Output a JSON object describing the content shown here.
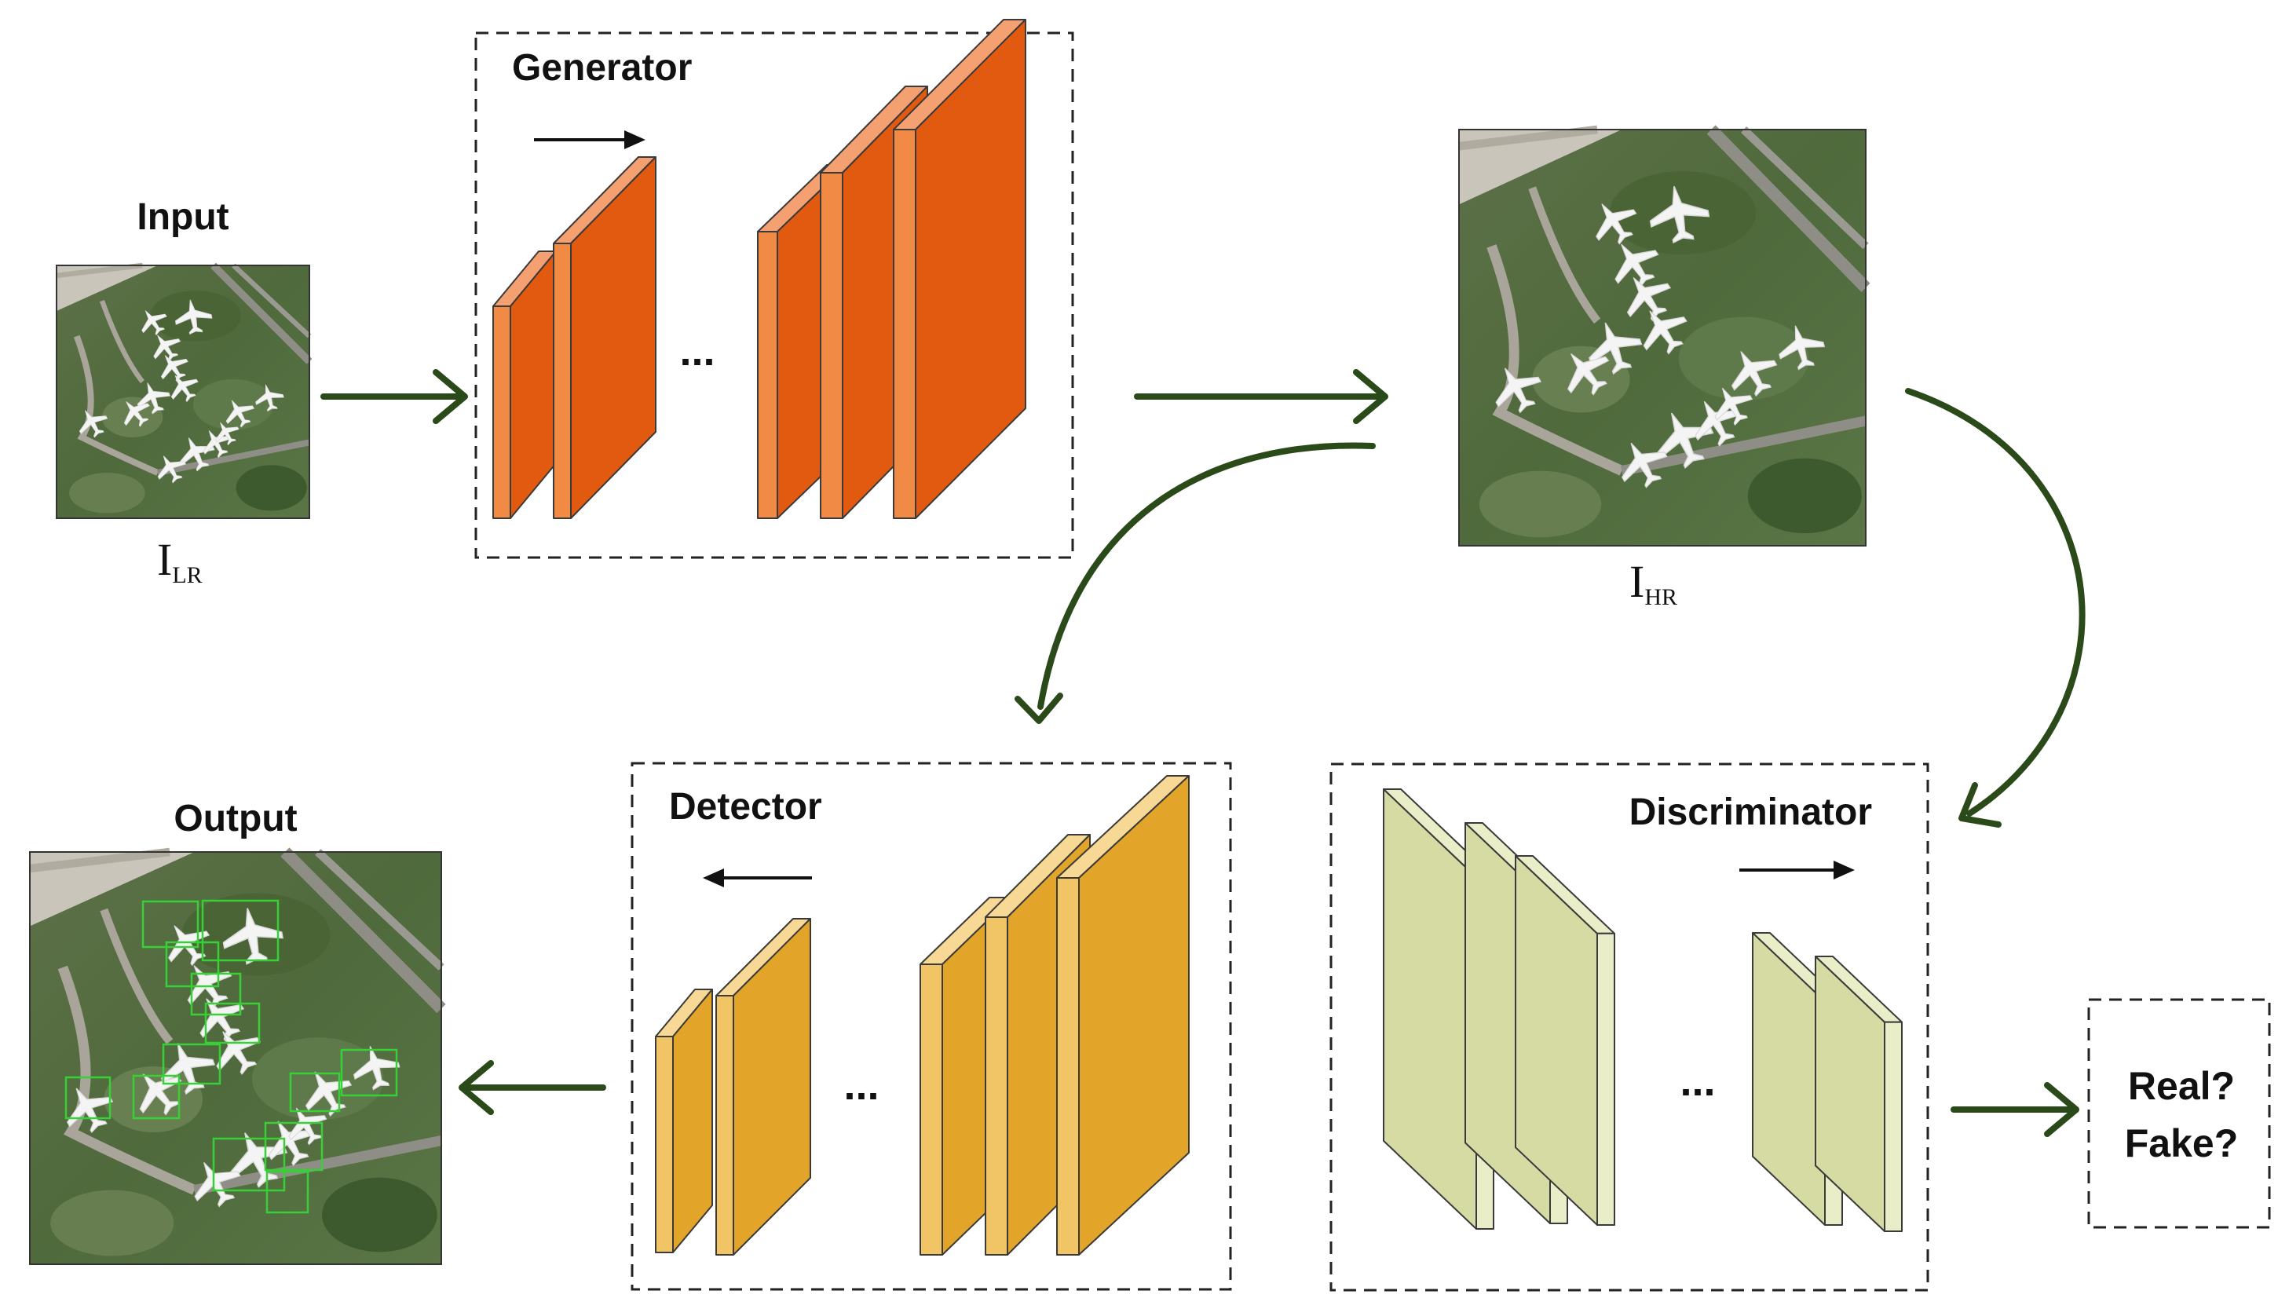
{
  "input": {
    "label": "Input",
    "symbol": "I",
    "subscript": "LR"
  },
  "generator": {
    "label": "Generator",
    "ellipsis": "..."
  },
  "hr_image": {
    "symbol": "I",
    "subscript": "HR"
  },
  "detector": {
    "label": "Detector",
    "ellipsis": "..."
  },
  "discriminator": {
    "label": "Discriminator",
    "ellipsis": "..."
  },
  "output": {
    "label": "Output"
  },
  "decision": {
    "line1": "Real?",
    "line2": "Fake?"
  },
  "colors": {
    "arrow": "#2b4a1a",
    "generator_front": "#e25a10",
    "generator_side": "#f08a45",
    "generator_top": "#f5a070",
    "detector_front": "#e2a52a",
    "detector_side": "#f1c565",
    "detector_top": "#f7d894",
    "discriminator_front": "#d5dba3",
    "discriminator_side": "#e9edc8",
    "detection_box": "#37d137"
  }
}
